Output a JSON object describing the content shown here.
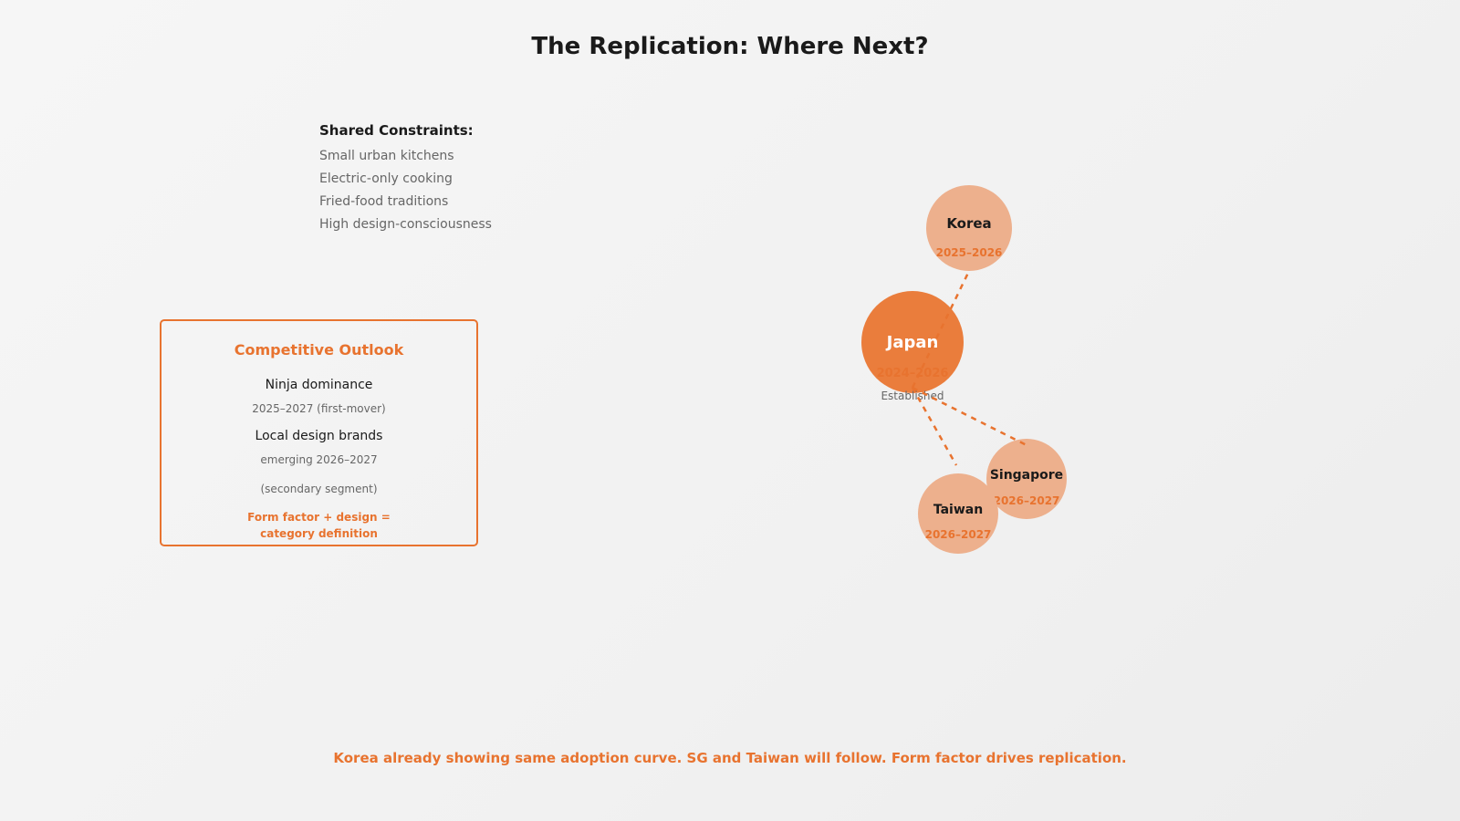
{
  "title": "The Replication: Where Next?",
  "constraints": {
    "heading": "Shared Constraints:",
    "items": [
      "Small urban kitchens",
      "Electric-only cooking",
      "Fried-food traditions",
      "High design-consciousness"
    ]
  },
  "outlook": {
    "heading": "Competitive Outlook",
    "ninja_label": "Ninja dominance",
    "ninja_period": "2025–2027 (first-mover)",
    "local_label": "Local design brands",
    "local_period": "emerging 2026–2027",
    "segment_note": "(secondary segment)",
    "conclusion_line1": "Form factor + design =",
    "conclusion_line2": "category definition"
  },
  "markets": {
    "japan": {
      "name": "Japan",
      "years": "2024–2026",
      "status": "Established"
    },
    "korea": {
      "name": "Korea",
      "years": "2025–2026"
    },
    "singapore": {
      "name": "Singapore",
      "years": "2026–2027"
    },
    "taiwan": {
      "name": "Taiwan",
      "years": "2026–2027"
    }
  },
  "colors": {
    "accent": "#e8732f",
    "japan_fill": "#ea7d3c",
    "secondary_fill": "#edb08d",
    "muted_text": "#666666"
  },
  "footer": "Korea already showing same adoption curve. SG and Taiwan will follow. Form factor drives replication."
}
